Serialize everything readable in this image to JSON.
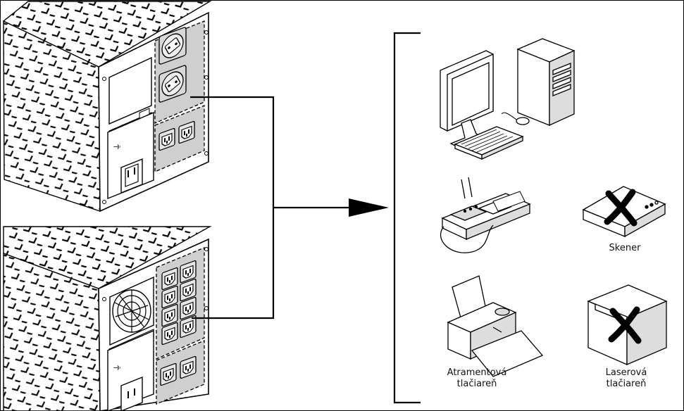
{
  "labels": {
    "scanner": "Skener",
    "inkjet_line1": "Atramentová",
    "inkjet_line2": "tlačiareň",
    "laser_line1": "Laserová",
    "laser_line2": "tlačiareň"
  },
  "colors": {
    "outline": "#000000",
    "panel_gray": "#cfcfcf",
    "outlet_gray": "#b8b8b8",
    "background": "#ffffff"
  },
  "icons": [
    "ups-unit-top-icon",
    "ups-unit-bottom-icon",
    "computer-icon",
    "fax-icon",
    "scanner-icon",
    "inkjet-printer-icon",
    "laser-printer-icon",
    "not-allowed-x-icon"
  ]
}
